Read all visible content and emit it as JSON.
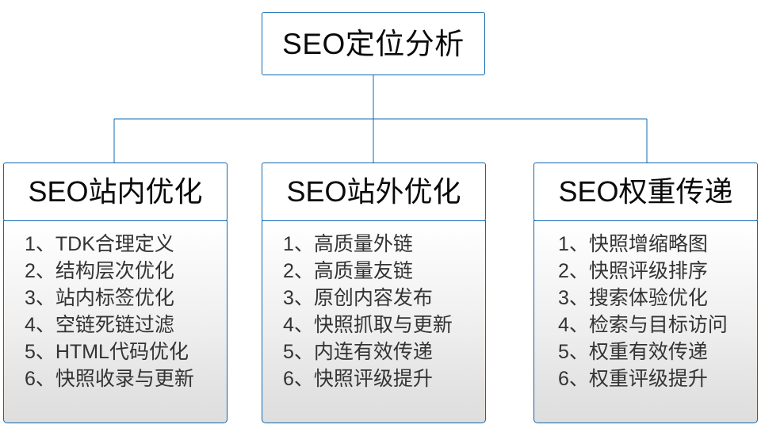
{
  "diagram": {
    "type": "org-chart",
    "title": "SEO定位分析",
    "accent_color": "#1068b0",
    "root": {
      "label": "SEO定位分析"
    },
    "branches": [
      {
        "header": "SEO站内优化",
        "items": [
          "1、TDK合理定义",
          "2、结构层次优化",
          "3、站内标签优化",
          "4、空链死链过滤",
          "5、HTML代码优化",
          "6、快照收录与更新"
        ]
      },
      {
        "header": "SEO站外优化",
        "items": [
          "1、高质量外链",
          "2、高质量友链",
          "3、原创内容发布",
          "4、快照抓取与更新",
          "5、内连有效传递",
          "6、快照评级提升"
        ]
      },
      {
        "header": "SEO权重传递",
        "items": [
          "1、快照增缩略图",
          "2、快照评级排序",
          "3、搜索体验优化",
          "4、检索与目标访问",
          "5、权重有效传递",
          "6、权重评级提升"
        ]
      }
    ]
  }
}
